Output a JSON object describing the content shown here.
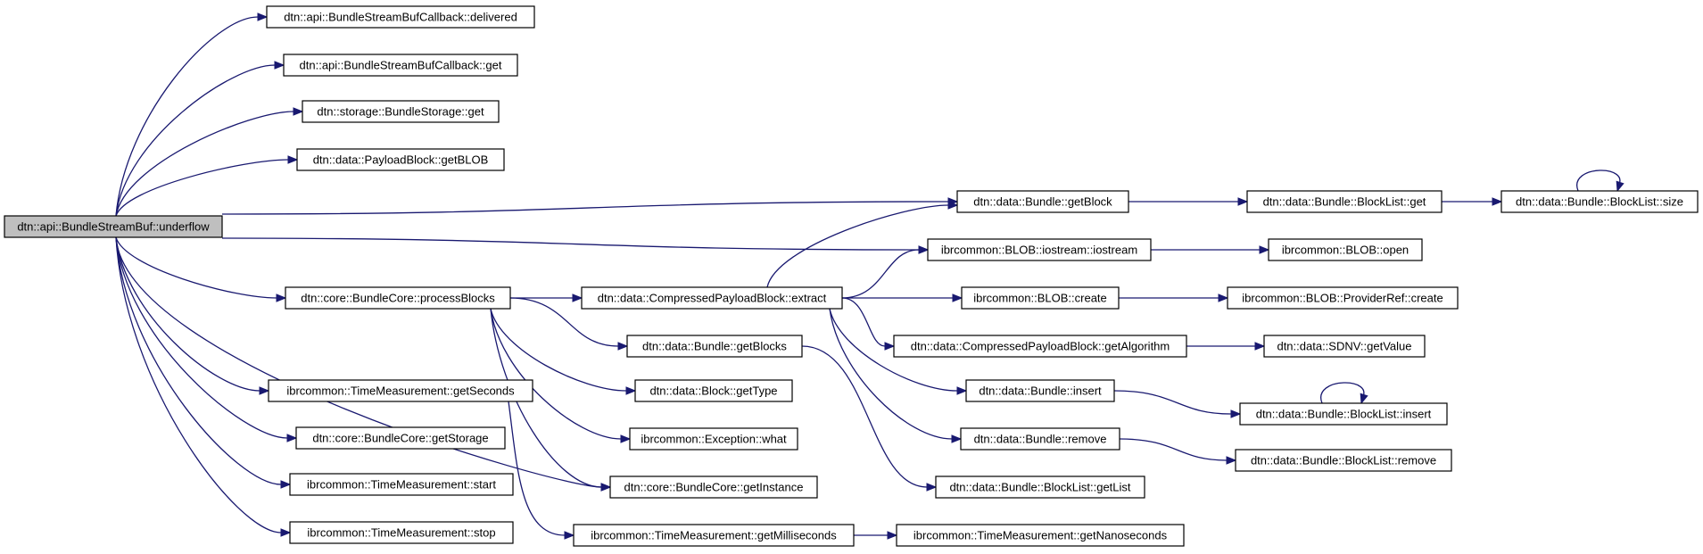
{
  "graph": {
    "root": "n0",
    "nodes": [
      {
        "id": "n0",
        "label": "dtn::api::BundleStreamBuf::underflow"
      },
      {
        "id": "n1",
        "label": "dtn::api::BundleStreamBufCallback::delivered"
      },
      {
        "id": "n2",
        "label": "dtn::api::BundleStreamBufCallback::get"
      },
      {
        "id": "n3",
        "label": "dtn::storage::BundleStorage::get"
      },
      {
        "id": "n4",
        "label": "dtn::data::PayloadBlock::getBLOB"
      },
      {
        "id": "n5",
        "label": "dtn::data::Bundle::getBlock"
      },
      {
        "id": "n6",
        "label": "ibrcommon::BLOB::iostream::iostream"
      },
      {
        "id": "n7",
        "label": "dtn::core::BundleCore::processBlocks"
      },
      {
        "id": "n8",
        "label": "ibrcommon::TimeMeasurement::getSeconds"
      },
      {
        "id": "n9",
        "label": "dtn::core::BundleCore::getStorage"
      },
      {
        "id": "n10",
        "label": "ibrcommon::TimeMeasurement::start"
      },
      {
        "id": "n11",
        "label": "ibrcommon::TimeMeasurement::stop"
      },
      {
        "id": "n12",
        "label": "dtn::data::Bundle::BlockList::get"
      },
      {
        "id": "n13",
        "label": "dtn::data::Bundle::BlockList::size"
      },
      {
        "id": "n14",
        "label": "ibrcommon::BLOB::open"
      },
      {
        "id": "n15",
        "label": "dtn::data::CompressedPayloadBlock::extract"
      },
      {
        "id": "n16",
        "label": "dtn::data::Bundle::getBlocks"
      },
      {
        "id": "n17",
        "label": "dtn::data::Block::getType"
      },
      {
        "id": "n18",
        "label": "ibrcommon::Exception::what"
      },
      {
        "id": "n19",
        "label": "dtn::core::BundleCore::getInstance"
      },
      {
        "id": "n20",
        "label": "ibrcommon::BLOB::create"
      },
      {
        "id": "n21",
        "label": "dtn::data::CompressedPayloadBlock::getAlgorithm"
      },
      {
        "id": "n22",
        "label": "dtn::data::Bundle::insert"
      },
      {
        "id": "n23",
        "label": "dtn::data::Bundle::remove"
      },
      {
        "id": "n24",
        "label": "ibrcommon::BLOB::ProviderRef::create"
      },
      {
        "id": "n25",
        "label": "dtn::data::SDNV::getValue"
      },
      {
        "id": "n26",
        "label": "dtn::data::Bundle::BlockList::insert"
      },
      {
        "id": "n27",
        "label": "dtn::data::Bundle::BlockList::remove"
      },
      {
        "id": "n28",
        "label": "dtn::data::Bundle::BlockList::getList"
      },
      {
        "id": "n29",
        "label": "ibrcommon::TimeMeasurement::getMilliseconds"
      },
      {
        "id": "n30",
        "label": "ibrcommon::TimeMeasurement::getNanoseconds"
      }
    ],
    "edges": [
      [
        "n0",
        "n1"
      ],
      [
        "n0",
        "n2"
      ],
      [
        "n0",
        "n3"
      ],
      [
        "n0",
        "n4"
      ],
      [
        "n0",
        "n5"
      ],
      [
        "n0",
        "n6"
      ],
      [
        "n0",
        "n7"
      ],
      [
        "n0",
        "n19"
      ],
      [
        "n0",
        "n8"
      ],
      [
        "n0",
        "n9"
      ],
      [
        "n0",
        "n10"
      ],
      [
        "n0",
        "n11"
      ],
      [
        "n5",
        "n12"
      ],
      [
        "n12",
        "n13"
      ],
      [
        "n13",
        "n13"
      ],
      [
        "n6",
        "n14"
      ],
      [
        "n7",
        "n15"
      ],
      [
        "n7",
        "n16"
      ],
      [
        "n7",
        "n17"
      ],
      [
        "n7",
        "n18"
      ],
      [
        "n7",
        "n19"
      ],
      [
        "n15",
        "n5"
      ],
      [
        "n15",
        "n6"
      ],
      [
        "n15",
        "n20"
      ],
      [
        "n15",
        "n21"
      ],
      [
        "n15",
        "n22"
      ],
      [
        "n15",
        "n23"
      ],
      [
        "n20",
        "n24"
      ],
      [
        "n21",
        "n25"
      ],
      [
        "n22",
        "n26"
      ],
      [
        "n26",
        "n26"
      ],
      [
        "n23",
        "n27"
      ],
      [
        "n16",
        "n28"
      ],
      [
        "n8",
        "n29"
      ],
      [
        "n29",
        "n30"
      ]
    ],
    "colors": {
      "edge": "#191970",
      "node_border": "#000000",
      "root_fill": "#bfbfbf",
      "node_fill": "#ffffff"
    }
  }
}
